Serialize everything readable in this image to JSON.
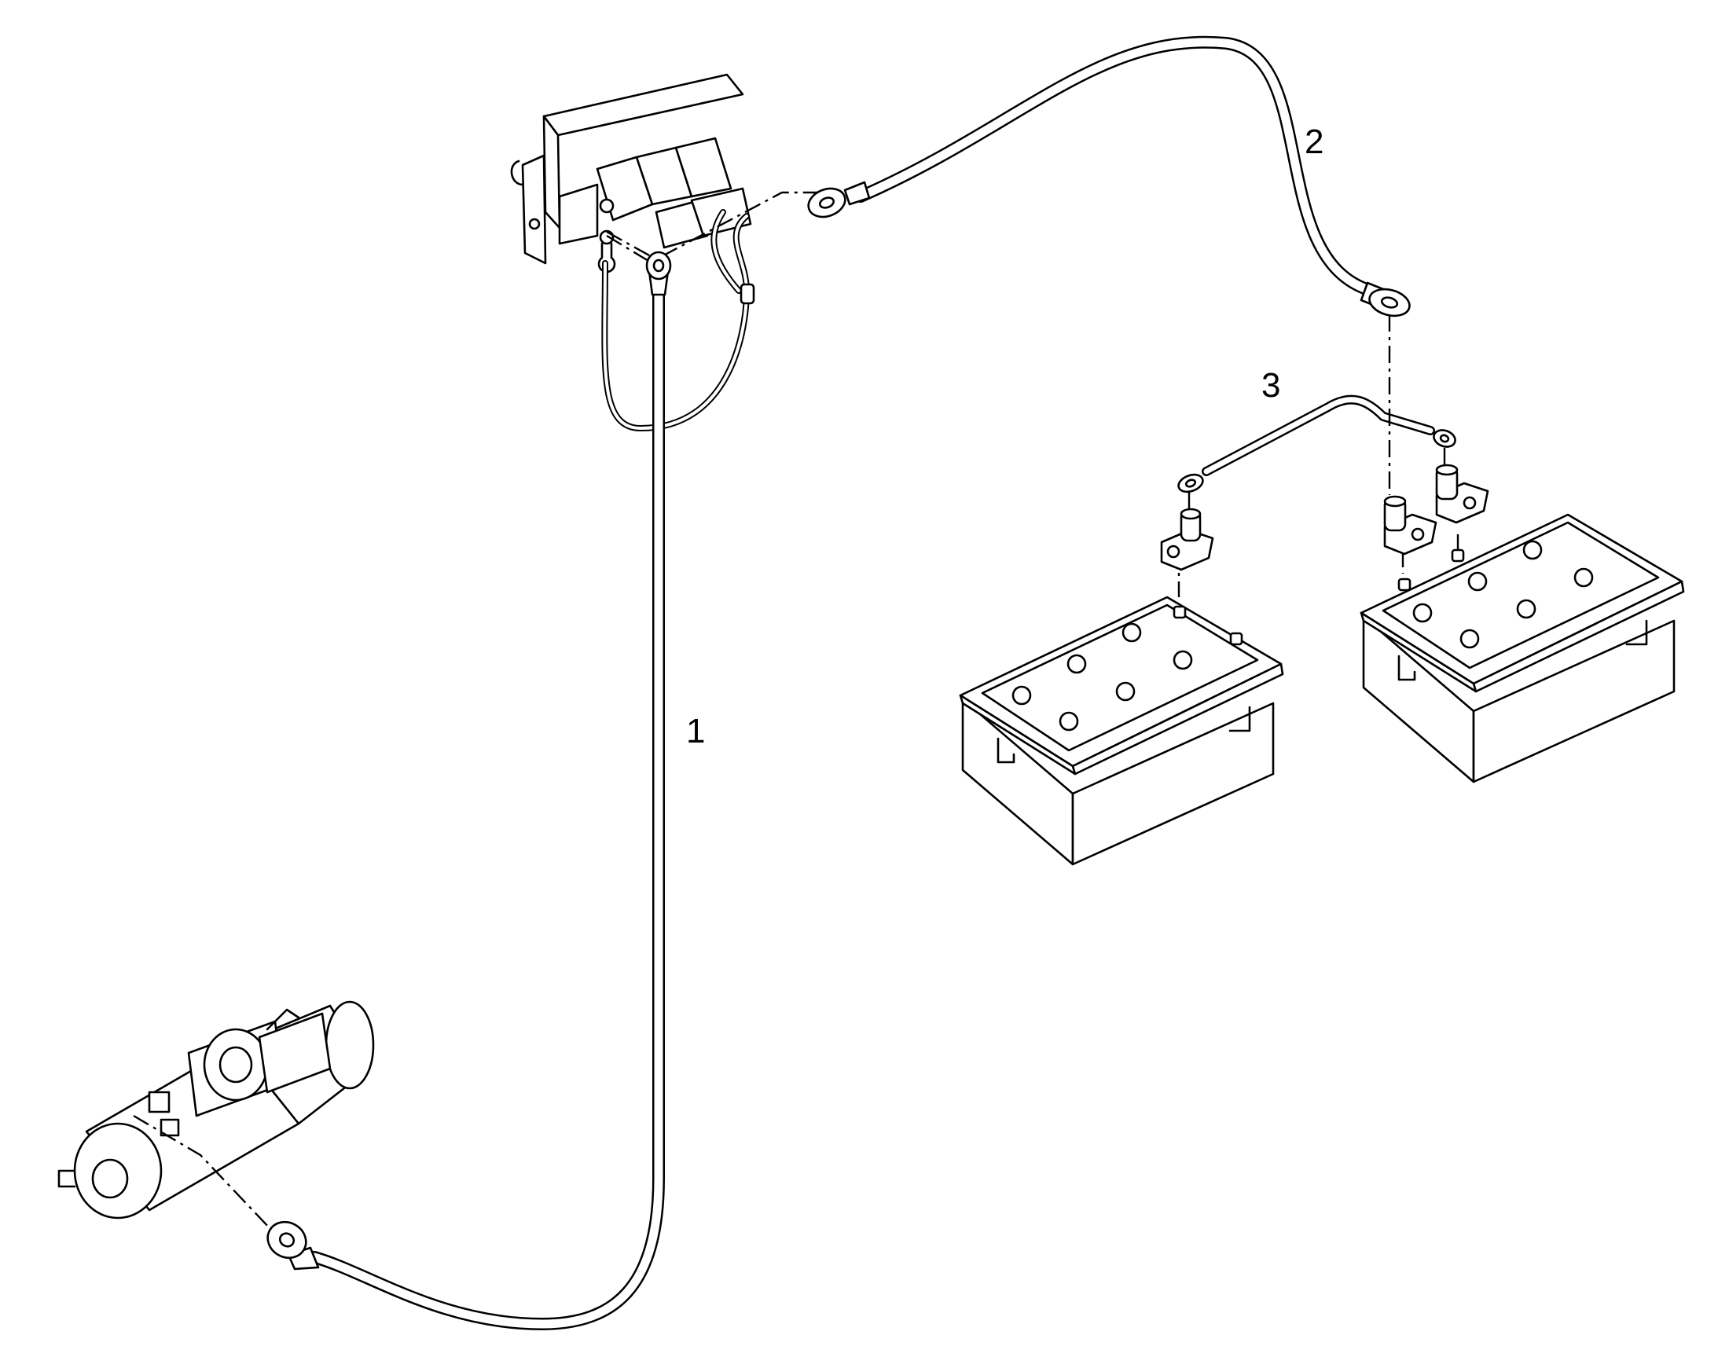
{
  "callouts": {
    "cable_1": "1",
    "cable_2": "2",
    "cable_3": "3"
  },
  "colors": {
    "line": "#000000",
    "background": "#ffffff"
  }
}
